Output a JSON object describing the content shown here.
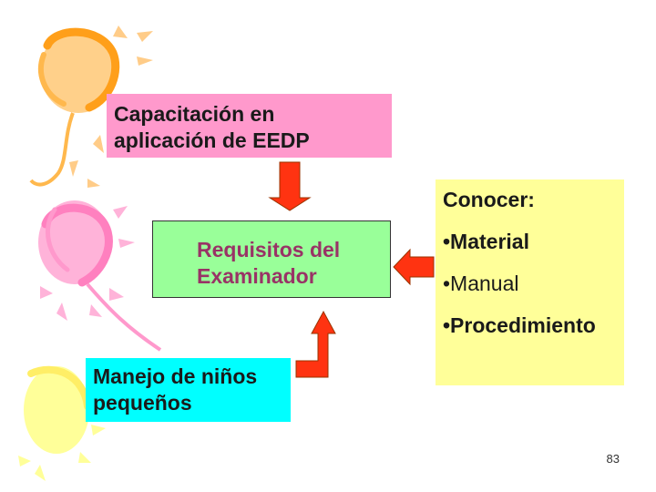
{
  "diagram": {
    "top_box": {
      "line1": "Capacitación en",
      "line2": "aplicación de EEDP"
    },
    "center_box": {
      "line1": "Requisitos del",
      "line2": "Examinador"
    },
    "bottom_box": {
      "line1": "Manejo de niños",
      "line2": "pequeños"
    },
    "right_box": {
      "heading": "Conocer:",
      "items": [
        "•Material",
        "•Manual",
        "•Procedimiento"
      ]
    }
  },
  "page_number": "83",
  "colors": {
    "top_box": "#ff99cc",
    "center_box": "#99ff99",
    "center_text": "#993366",
    "bottom_box": "#00ffff",
    "right_box": "#ffff99",
    "arrow": "#ff3311",
    "decor_orange": "#ffb84d",
    "decor_pink": "#ff99cc",
    "decor_yellow": "#ffff99"
  }
}
